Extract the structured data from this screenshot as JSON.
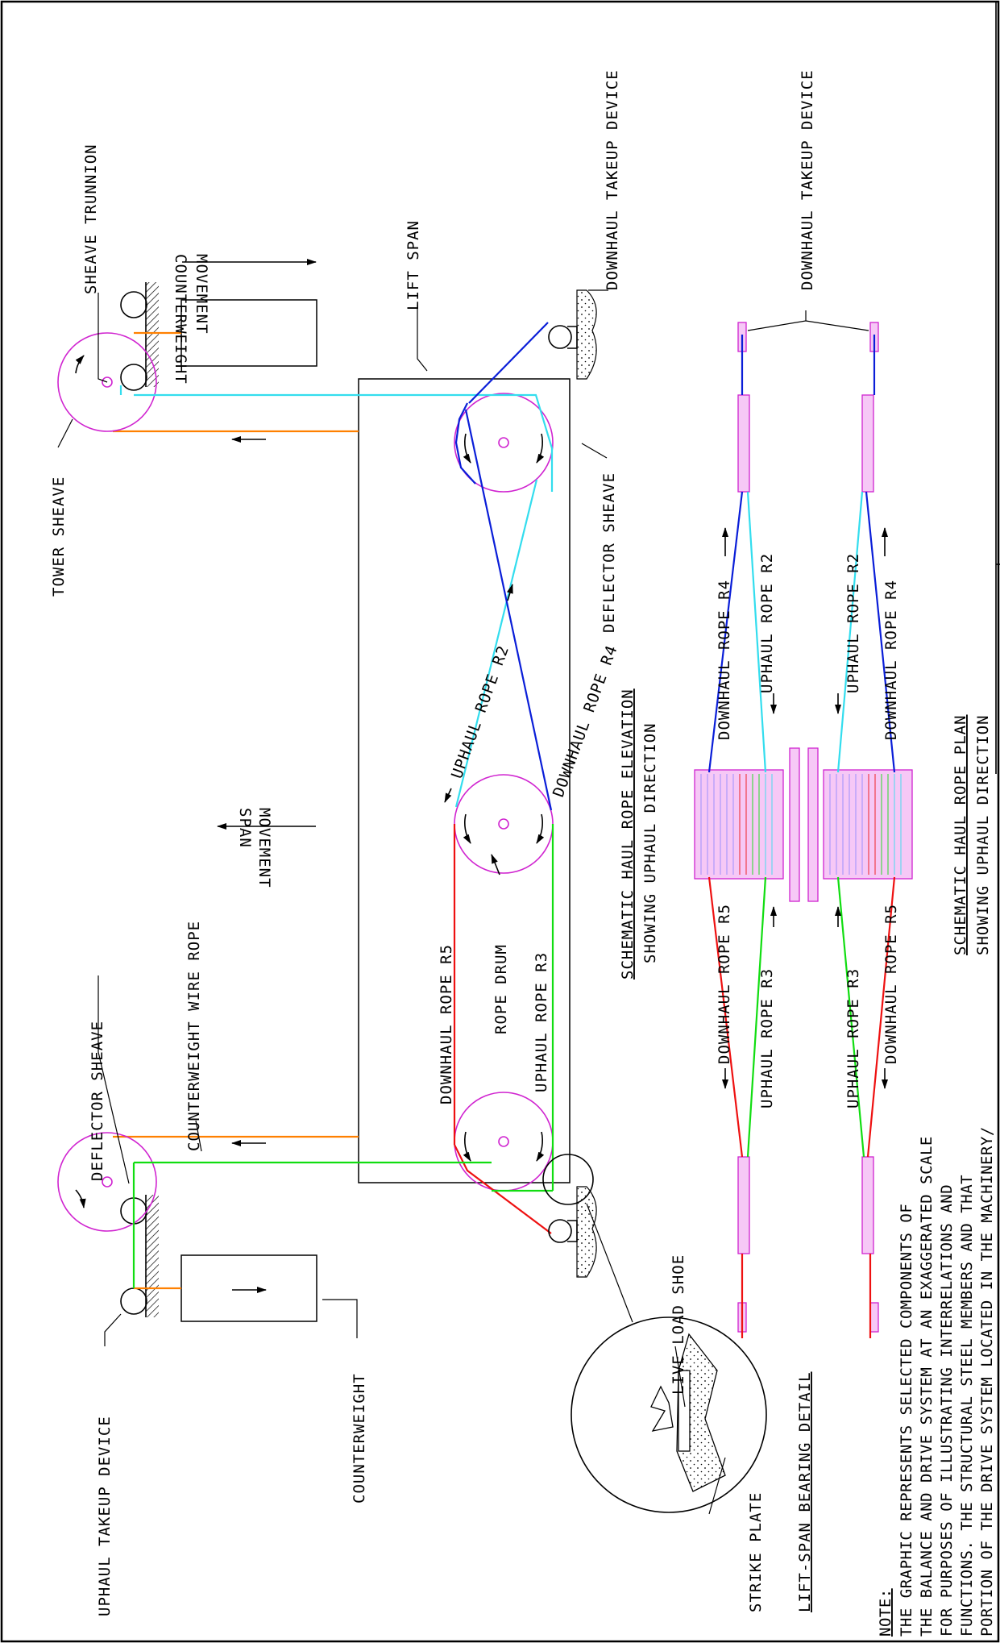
{
  "labels": {
    "sheave_trunnion": "SHEAVE TRUNNION",
    "tower_sheave": "TOWER SHEAVE",
    "counterweight_movement": "COUNTERWEIGHT MOVEMENT",
    "lift_span": "LIFT SPAN",
    "downhaul_takeup_device_elev": "DOWNHAUL TAKEUP DEVICE",
    "deflector_sheave_right": "DEFLECTOR SHEAVE",
    "span_movement": "SPAN MOVEMENT",
    "uphaul_rope_r2": "UPHAUL ROPE R2",
    "downhaul_rope_r4": "DOWNHAUL ROPE R4",
    "downhaul_rope_r5": "DOWNHAUL ROPE R5",
    "rope_drum": "ROPE DRUM",
    "uphaul_rope_r3": "UPHAUL ROPE R3",
    "counterweight_wire_rope": "COUNTERWEIGHT WIRE ROPE",
    "deflector_sheave_left": "DEFLECTOR SHEAVE",
    "uphaul_takeup_device": "UPHAUL TAKEUP DEVICE",
    "counterweight": "COUNTERWEIGHT",
    "live_load_shoe": "LIVE LOAD SHOE",
    "strike_plate": "STRIKE PLATE",
    "lift_span_bearing_detail": "LIFT-SPAN BEARING DETAIL",
    "downhaul_takeup_device_plan": "DOWNHAUL TAKEUP DEVICE"
  },
  "titles": {
    "elevation_line1": "SCHEMATIC HAUL ROPE ELEVATION",
    "elevation_line2": "SHOWING UPHAUL DIRECTION",
    "plan_line1": "SCHEMATIC HAUL ROPE PLAN",
    "plan_line2": "SHOWING UPHAUL DIRECTION"
  },
  "plan_labels": {
    "downhaul_rope_r4_top": "DOWNHAUL ROPE R4",
    "uphaul_rope_r2_top": "UPHAUL ROPE R2",
    "uphaul_rope_r2_bottom": "UPHAUL ROPE R2",
    "downhaul_rope_r4_bottom": "DOWNHAUL ROPE R4",
    "downhaul_rope_r5_top": "DOWNHAUL ROPE R5",
    "uphaul_rope_r3_top": "UPHAUL ROPE R3",
    "uphaul_rope_r3_bottom": "UPHAUL ROPE R3",
    "downhaul_rope_r5_bottom": "DOWNHAUL ROPE R5"
  },
  "note": {
    "heading": "NOTE:",
    "lines": [
      "THE GRAPHIC REPRESENTS SELECTED COMPONENTS OF",
      "THE BALANCE AND DRIVE SYSTEM AT AN EXAGGERATED SCALE",
      "FOR PURPOSES OF ILLUSTRATING INTERRELATIONS AND",
      "FUNCTIONS. THE STRUCTURAL STEEL MEMBERS AND THAT",
      "PORTION OF THE DRIVE SYSTEM LOCATED IN THE MACHINERY/"
    ]
  },
  "colors": {
    "counterweight_rope": "#ff8000",
    "uphaul_r2": "#33ddee",
    "downhaul_r4": "#0a1ed8",
    "downhaul_r5": "#ee1111",
    "uphaul_r3": "#11dd11",
    "sheave": "#d024d0"
  }
}
